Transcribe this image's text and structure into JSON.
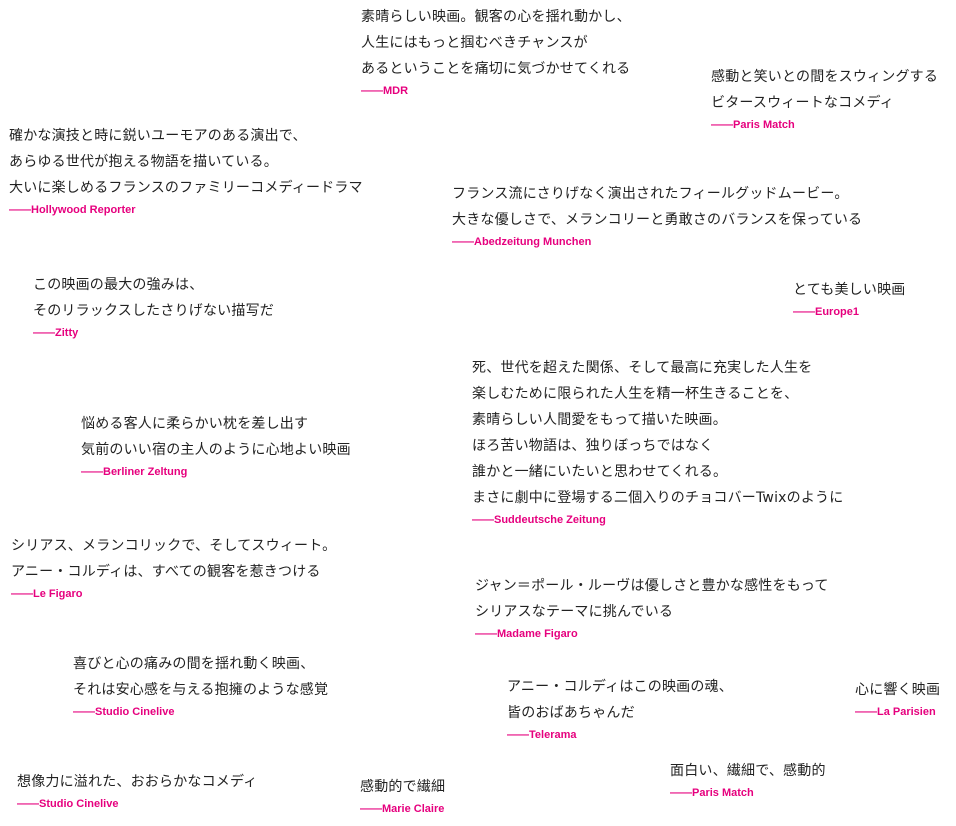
{
  "accent_color": "#e6007e",
  "quotes": [
    {
      "lines": [
        "素晴らしい映画。観客の心を揺れ動かし、",
        "人生にはもっと掴むべきチャンスが",
        "あるということを痛切に気づかせてくれる"
      ],
      "source": "——MDR"
    },
    {
      "lines": [
        "感動と笑いとの間をスウィングする",
        "ビタースウィートなコメディ"
      ],
      "source": "——Paris Match"
    },
    {
      "lines": [
        "確かな演技と時に鋭いユーモアのある演出で、",
        "あらゆる世代が抱える物語を描いている。",
        "大いに楽しめるフランスのファミリーコメディードラマ"
      ],
      "source": "——Hollywood Reporter"
    },
    {
      "lines": [
        "フランス流にさりげなく演出されたフィールグッドムービー。",
        "大きな優しさで、メランコリーと勇敢さのバランスを保っている"
      ],
      "source": "——Abedzeitung Munchen"
    },
    {
      "lines": [
        "この映画の最大の強みは、",
        "そのリラックスしたさりげない描写だ"
      ],
      "source": "——Zitty"
    },
    {
      "lines": [
        "とても美しい映画"
      ],
      "source": "——Europe1"
    },
    {
      "lines": [
        "死、世代を超えた関係、そして最高に充実した人生を",
        "楽しむために限られた人生を精一杯生きることを、",
        "素晴らしい人間愛をもって描いた映画。",
        "ほろ苦い物語は、独りぼっちではなく",
        "誰かと一緒にいたいと思わせてくれる。",
        "まさに劇中に登場する二個入りのチョコバーTwixのように"
      ],
      "source": "——Suddeutsche Zeitung"
    },
    {
      "lines": [
        "悩める客人に柔らかい枕を差し出す",
        "気前のいい宿の主人のように心地よい映画"
      ],
      "source": "——Berliner Zeltung"
    },
    {
      "lines": [
        "シリアス、メランコリックで、そしてスウィート。",
        "アニー・コルディは、すべての観客を惹きつける"
      ],
      "source": "——Le Figaro"
    },
    {
      "lines": [
        "ジャン＝ポール・ルーヴは優しさと豊かな感性をもって",
        "シリアスなテーマに挑んでいる"
      ],
      "source": "——Madame Figaro"
    },
    {
      "lines": [
        "喜びと心の痛みの間を揺れ動く映画、",
        "それは安心感を与える抱擁のような感覚"
      ],
      "source": "——Studio Cinelive"
    },
    {
      "lines": [
        "アニー・コルディはこの映画の魂、",
        "皆のおばあちゃんだ"
      ],
      "source": "——Telerama"
    },
    {
      "lines": [
        "心に響く映画"
      ],
      "source": "——La Parisien"
    },
    {
      "lines": [
        "想像力に溢れた、おおらかなコメディ"
      ],
      "source": "——Studio Cinelive"
    },
    {
      "lines": [
        "感動的で繊細"
      ],
      "source": "——Marie Claire"
    },
    {
      "lines": [
        "面白い、繊細で、感動的"
      ],
      "source": "——Paris Match"
    }
  ]
}
